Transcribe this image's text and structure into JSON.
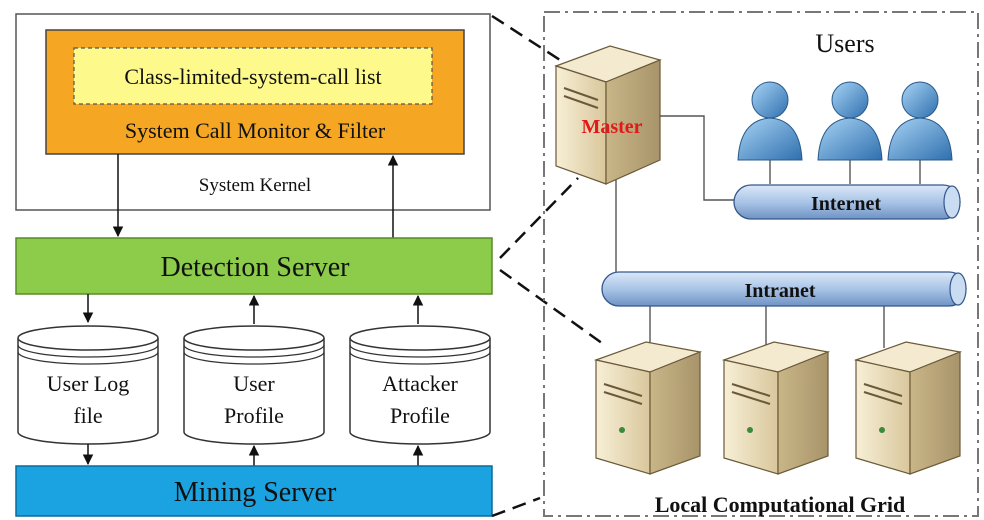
{
  "kernel": {
    "class_list_label": "Class-limited-system-call list",
    "monitor_label": "System Call Monitor & Filter",
    "kernel_label": "System Kernel"
  },
  "detection_server": {
    "label": "Detection Server"
  },
  "mining_server": {
    "label": "Mining Server"
  },
  "databases": [
    {
      "line1": "User Log",
      "line2": "file"
    },
    {
      "line1": "User",
      "line2": "Profile"
    },
    {
      "line1": "Attacker",
      "line2": "Profile"
    }
  ],
  "grid": {
    "users_label": "Users",
    "master_label": "Master",
    "internet_label": "Internet",
    "intranet_label": "Intranet",
    "grid_label": "Local Computational Grid"
  },
  "colors": {
    "monitor_fill": "#f5a623",
    "class_list_fill": "#fdf98a",
    "detection_fill": "#8ccc4a",
    "mining_fill": "#1aa3e0",
    "master_text": "#e01a1a",
    "bus_fill": "#a9c4e6",
    "user_fill": "#5b9fd6",
    "server_fill": "#ece0c0"
  }
}
